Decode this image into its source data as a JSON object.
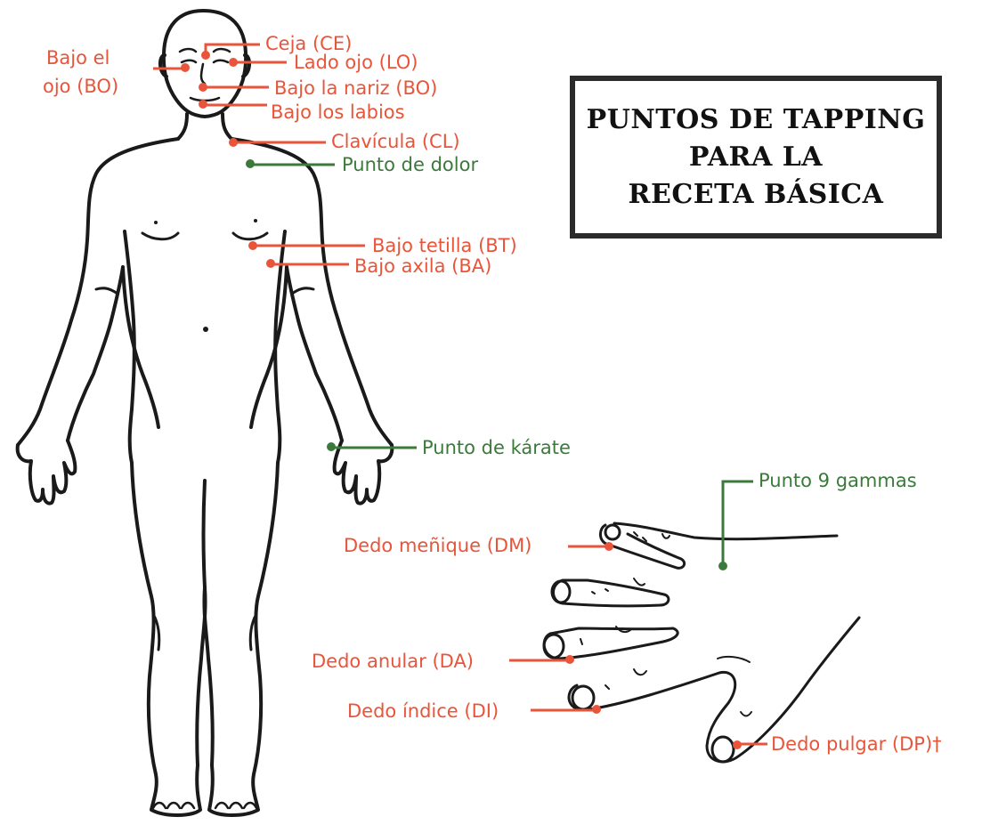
{
  "title": {
    "lines": [
      "PUNTOS DE TAPPING",
      "PARA LA",
      "RECETA BÁSICA"
    ]
  },
  "colors": {
    "orange": "#e8553a",
    "green": "#3b7a3b",
    "outline": "#1a1a1a"
  },
  "labels": {
    "bajo_ojo_1": "Bajo el",
    "bajo_ojo_2": "ojo (BO)",
    "ceja": "Ceja (CE)",
    "lado_ojo": "Lado ojo (LO)",
    "bajo_nariz": "Bajo la nariz (BO)",
    "bajo_labios": "Bajo los labios",
    "clavicula": "Clavícula (CL)",
    "punto_dolor": "Punto de dolor",
    "bajo_tetilla": "Bajo tetilla (BT)",
    "bajo_axila": "Bajo axila (BA)",
    "punto_karate": "Punto de kárate",
    "punto_9_gammas": "Punto 9 gammas",
    "dedo_menique": "Dedo meñique (DM)",
    "dedo_anular": "Dedo anular (DA)",
    "dedo_indice": "Dedo índice (DI)",
    "dedo_pulgar": "Dedo pulgar (DP)†"
  }
}
